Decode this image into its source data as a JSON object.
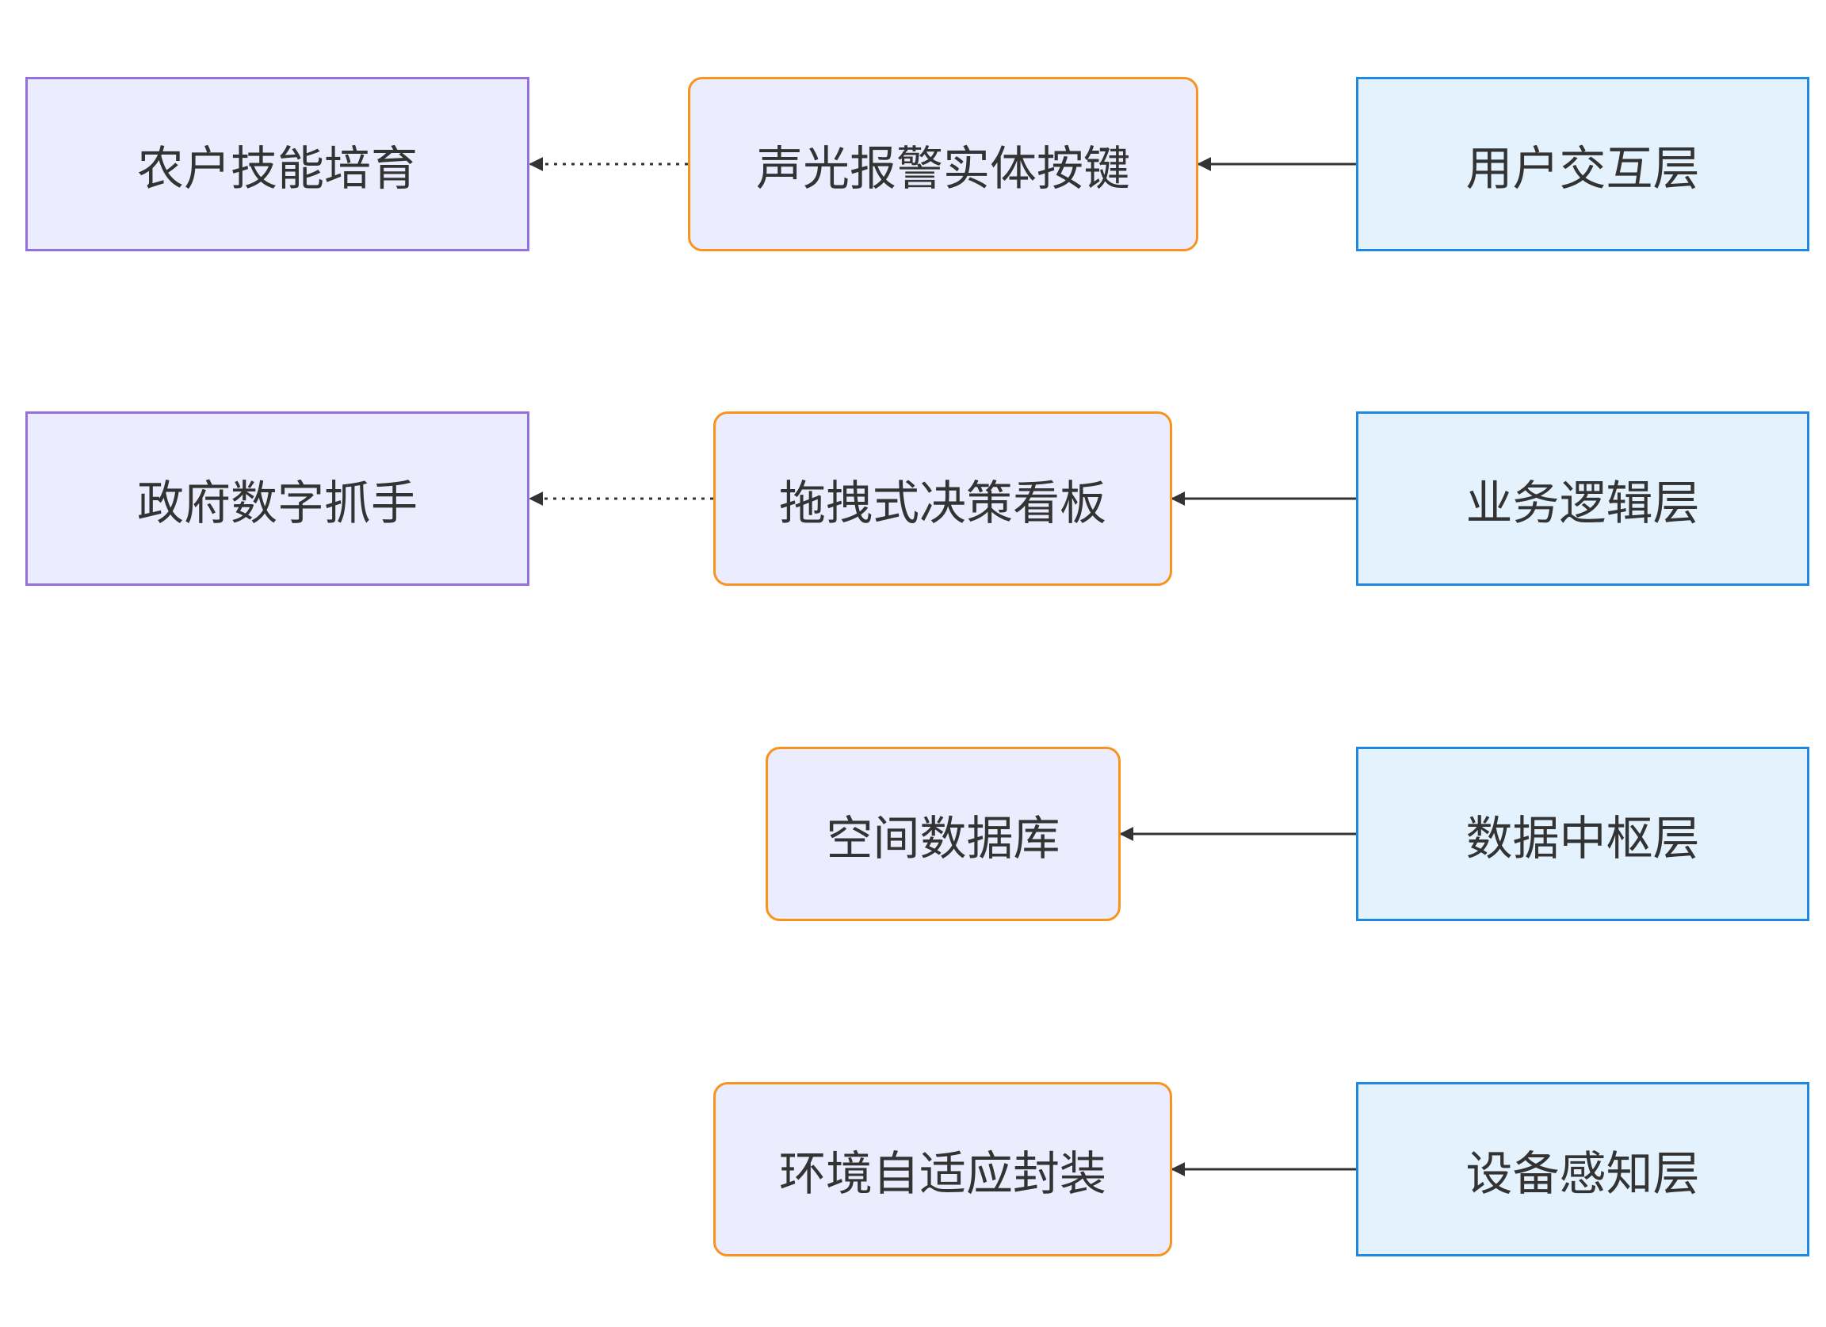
{
  "diagram": {
    "colors": {
      "left_fill": "#ECECFF",
      "left_border": "#9370DB",
      "middle_fill": "#ECECFF",
      "middle_border": "#F7931E",
      "right_fill": "#E3F2FD",
      "right_border": "#1E88E5",
      "text": "#333333",
      "edge": "#333333"
    },
    "layers": [
      {
        "label": "用户交互层"
      },
      {
        "label": "业务逻辑层"
      },
      {
        "label": "数据中枢层"
      },
      {
        "label": "设备感知层"
      }
    ],
    "components": [
      {
        "label": "声光报警实体按键"
      },
      {
        "label": "拖拽式决策看板"
      },
      {
        "label": "空间数据库"
      },
      {
        "label": "环境自适应封装"
      }
    ],
    "outcomes": [
      {
        "label": "农户技能培育"
      },
      {
        "label": "政府数字抓手"
      }
    ],
    "edges": [
      {
        "from": "用户交互层",
        "to": "声光报警实体按键",
        "style": "solid"
      },
      {
        "from": "业务逻辑层",
        "to": "拖拽式决策看板",
        "style": "solid"
      },
      {
        "from": "数据中枢层",
        "to": "空间数据库",
        "style": "solid"
      },
      {
        "from": "设备感知层",
        "to": "环境自适应封装",
        "style": "solid"
      },
      {
        "from": "声光报警实体按键",
        "to": "农户技能培育",
        "style": "dotted"
      },
      {
        "from": "拖拽式决策看板",
        "to": "政府数字抓手",
        "style": "dotted"
      }
    ]
  }
}
